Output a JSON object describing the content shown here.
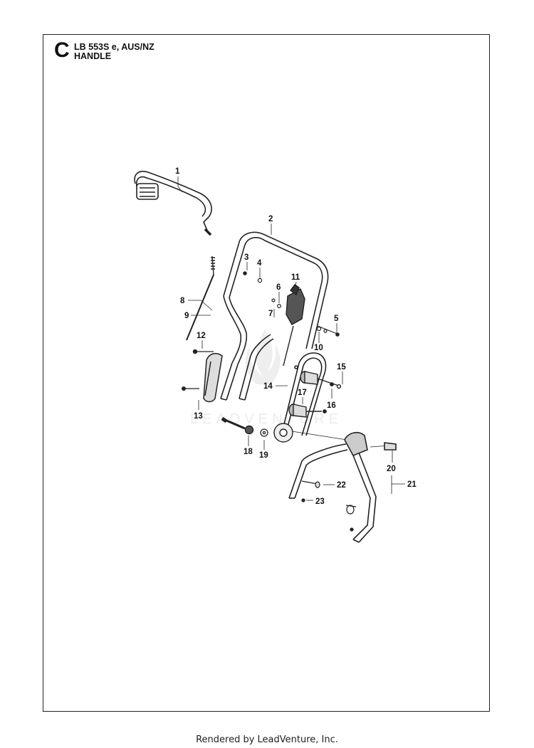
{
  "header": {
    "section_letter": "C",
    "model": "LB 553S e, AUS/NZ",
    "title": "HANDLE"
  },
  "watermark": {
    "text": "LEADVENTURE"
  },
  "callouts": {
    "c1": "1",
    "c2": "2",
    "c3": "3",
    "c4": "4",
    "c5": "5",
    "c6": "6",
    "c7": "7",
    "c8": "8",
    "c9": "9",
    "c10": "10",
    "c11": "11",
    "c12": "12",
    "c13": "13",
    "c14": "14",
    "c15": "15",
    "c16": "16",
    "c17": "17",
    "c18": "18",
    "c19": "19",
    "c20": "20",
    "c21": "21",
    "c22": "22",
    "c23": "23"
  },
  "footer": {
    "text": "Rendered by LeadVenture, Inc."
  }
}
